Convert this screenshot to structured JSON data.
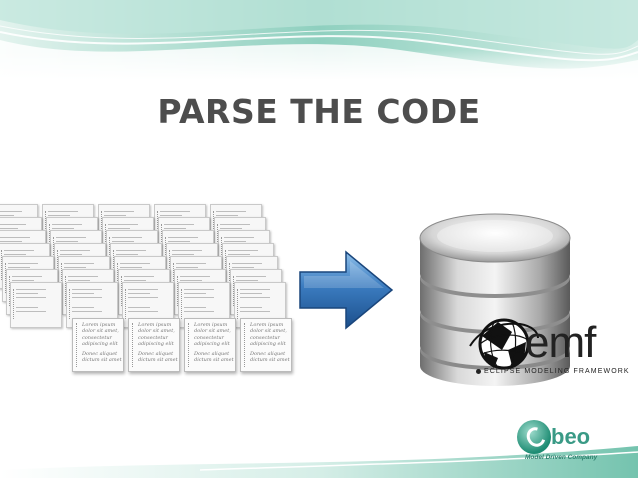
{
  "slide": {
    "title": "PARSE THE CODE",
    "document_text": {
      "line1": "Lorem ipsum",
      "line2": "dolor sit amet,",
      "line3": "consectetur",
      "line4": "adipiscing elit",
      "line5": "Donec aliquet",
      "line6": "dictum sit amet"
    },
    "emf": {
      "wordmark": "emf",
      "tagline": "ECLIPSE MODELING FRAMEWORK"
    },
    "obeo": {
      "wordmark": "beo",
      "tagline": "Model Driven Company"
    },
    "icons": [
      "document-stack-icon",
      "right-arrow-icon",
      "database-icon",
      "emf-globe-icon",
      "obeo-logo-icon"
    ],
    "colors": {
      "title": "#4d4d4d",
      "band": "#5fb9a3",
      "arrow": "#2f6fae",
      "obeo": "#3a9a86"
    }
  }
}
